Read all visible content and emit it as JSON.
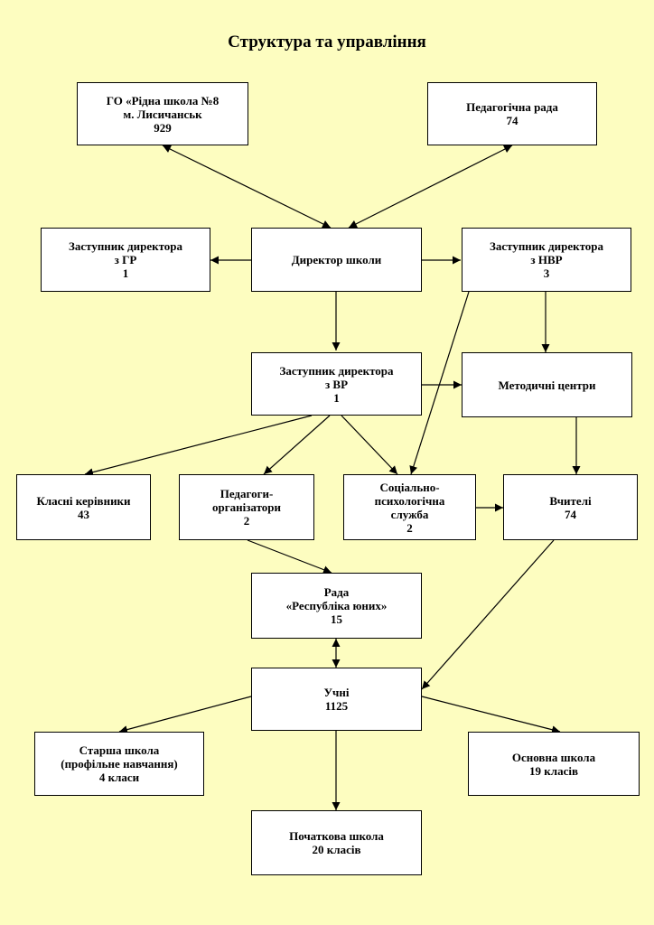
{
  "title": "Структура та управління",
  "nodes": {
    "go": {
      "lines": [
        "ГО «Рідна школа №8",
        "м. Лисичанськ",
        "929"
      ]
    },
    "pedrada": {
      "lines": [
        "Педагогічна рада",
        "74"
      ]
    },
    "zast_gr": {
      "lines": [
        "Заступник директора",
        "з ГР",
        "1"
      ]
    },
    "director": {
      "lines": [
        "Директор школи"
      ]
    },
    "zast_nvr": {
      "lines": [
        "Заступник директора",
        "з НВР",
        "3"
      ]
    },
    "zast_vr": {
      "lines": [
        "Заступник директора",
        "з ВР",
        "1"
      ]
    },
    "metod": {
      "lines": [
        "Методичні центри"
      ]
    },
    "klasni": {
      "lines": [
        "Класні керівники",
        "43"
      ]
    },
    "pedorg": {
      "lines": [
        "Педагоги-",
        "організатори",
        "2"
      ]
    },
    "socpsych": {
      "lines": [
        "Соціально-",
        "психологічна",
        "служба",
        "2"
      ]
    },
    "vchyteli": {
      "lines": [
        "Вчителі",
        "74"
      ]
    },
    "rada": {
      "lines": [
        "Рада",
        "«Республіка юних»",
        "15"
      ]
    },
    "uchni": {
      "lines": [
        "Учні",
        "1125"
      ]
    },
    "starsha": {
      "lines": [
        "Старша школа",
        "(профільне навчання)",
        "4 класи"
      ]
    },
    "osnovna": {
      "lines": [
        "Основна школа",
        "19 класів"
      ]
    },
    "pochatkova": {
      "lines": [
        "Початкова школа",
        "20 класів"
      ]
    }
  }
}
